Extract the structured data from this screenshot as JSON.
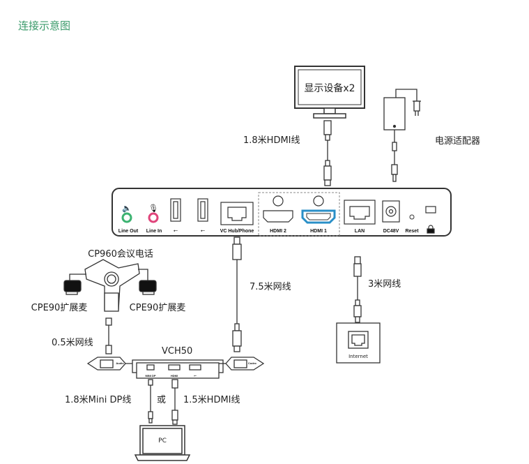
{
  "title": "连接示意图",
  "labels": {
    "display": "显示设备x2",
    "hdmi_cable_top": "1.8米HDMI线",
    "power_adapter": "电源适配器",
    "cp960": "CP960会议电话",
    "cpe90_left": "CPE90扩展麦",
    "cpe90_right": "CPE90扩展麦",
    "cable_75": "7.5米网线",
    "cable_3": "3米网线",
    "internet": "Internet",
    "cable_05": "0.5米网线",
    "vch50": "VCH50",
    "mini_dp_cable": "1.8米Mini DP线",
    "or": "或",
    "hdmi_cable_bottom": "1.5米HDMI线",
    "pc": "PC"
  },
  "ports": {
    "line_out": "Line Out",
    "line_in": "Line In",
    "vc_hub": "VC Hub/Phone",
    "hdmi2": "HDMI 2",
    "hdmi1": "HDMI 1",
    "lan": "LAN",
    "dc48v": "DC48V",
    "reset": "Reset"
  },
  "vch_ports": {
    "mini_dp": "MINI DP",
    "hdmi": "HDMI",
    "left_jack": "Audio",
    "right_jack": "Codec"
  },
  "colors": {
    "title": "#3a9a6a",
    "line_out_ring": "#3cb371",
    "line_in_ring": "#e0457b",
    "hdmi1_highlight": "#2a8fc7"
  }
}
